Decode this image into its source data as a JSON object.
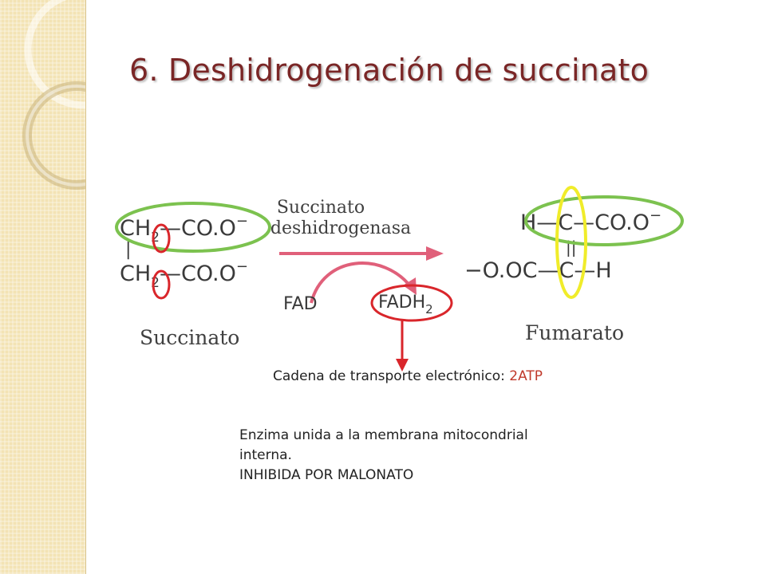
{
  "slide": {
    "title": "6. Deshidrogenación de succinato"
  },
  "reaction": {
    "substrate": {
      "name": "Succinato",
      "row1_left": "CH",
      "row1_sub": "2",
      "row1_right": "—CO.O",
      "row1_charge": "−",
      "row2_left": "CH",
      "row2_sub": "2",
      "row2_right": "—CO.O",
      "row2_charge": "−",
      "bond": "|"
    },
    "enzyme": {
      "line1": "Succinato",
      "line2": "deshidrogenasa"
    },
    "cofactor": {
      "input": "FAD",
      "output": "FADH",
      "output_sub": "2"
    },
    "product": {
      "name": "Fumarato",
      "top_h": "H—",
      "top_c": "C",
      "top_right": "—CO.O",
      "top_charge": "−",
      "double_bond": "||",
      "bottom_left": "−O.OC—",
      "bottom_c": "C",
      "bottom_right": "—H"
    },
    "colors": {
      "green_highlight": "#7cc24f",
      "red_highlight": "#d9262b",
      "yellow_highlight": "#f0ec2a",
      "arrow_pink": "#e0607a"
    }
  },
  "chain": {
    "prefix": "Cadena de transporte electrónico: ",
    "highlight": "2ATP",
    "highlight_color": "#c0392b"
  },
  "notes": {
    "line1": "Enzima unida a la membrana mitocondrial",
    "line2": "interna.",
    "line3": "INHIBIDA POR MALONATO"
  }
}
